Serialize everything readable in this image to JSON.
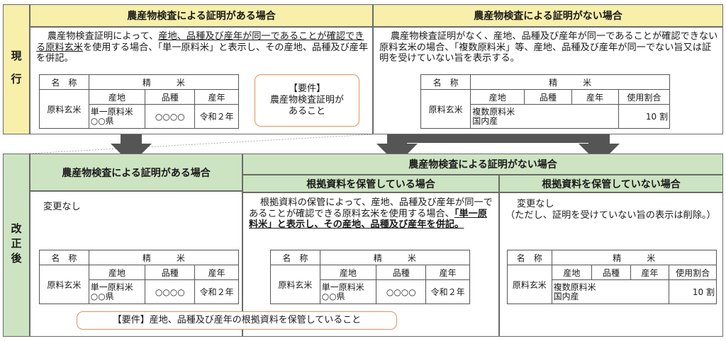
{
  "colors": {
    "current_header": "#f7efaa",
    "revised_header": "#cde4c2",
    "arrow": "#555555",
    "requirement_border": "#e0925c"
  },
  "sidebar": {
    "current_label": "現 行",
    "revised_label": "改正後"
  },
  "current": {
    "left": {
      "header": "農産物検査による証明がある場合",
      "paragraph": {
        "part1": "農産物検査証明によって、",
        "underlined": "産地、品種及び産年が同一であることが確認できる原料玄米",
        "part2": "を使用する場合、「単一原料米」と表示し、その産地、品種及び産年を併記。"
      },
      "table": {
        "header_name": "名　称",
        "header_polished": "精　　　米",
        "col_origin": "産地",
        "col_variety": "品種",
        "col_year": "産年",
        "row_label": "原料玄米",
        "origin_value": "単一原料米\n○○県",
        "variety_value": "○○○○",
        "year_value": "令和２年"
      },
      "requirement": "【要件】\n農産物検査証明が\nあること"
    },
    "right": {
      "header": "農産物検査による証明がない場合",
      "paragraph": "農産物検査証明がなく、産地、品種及び産年が同一であることが確認できない原料玄米の場合、「複数原料米」等、産地、品種及び産年が同一でない旨又は証明を受けていない旨を表示する。",
      "table": {
        "header_name": "名　称",
        "header_polished": "精　　　米",
        "col_origin": "産地",
        "col_variety": "品種",
        "col_year": "産年",
        "col_ratio": "使用割合",
        "row_label": "原料玄米",
        "origin_value": "複数原料米\n国内産",
        "ratio_value": "10 割"
      }
    }
  },
  "revised": {
    "left": {
      "header": "農産物検査による証明がある場合",
      "paragraph": "変更なし",
      "table": {
        "header_name": "名　称",
        "header_polished": "精　　　米",
        "col_origin": "産地",
        "col_variety": "品種",
        "col_year": "産年",
        "row_label": "原料玄米",
        "origin_value": "単一原料米\n○○県",
        "variety_value": "○○○○",
        "year_value": "令和２年"
      }
    },
    "right_header": "農産物検査による証明がない場合",
    "middle": {
      "header": "根拠資料を保管している場合",
      "paragraph": {
        "part1": "根拠資料の保管によって、産地、品種及び産年が同一であることが確認できる原料玄米を使用する場合、",
        "bold": "「単一原料米」と表示し、その産地、品種及び産年を併記。"
      },
      "table": {
        "header_name": "名　称",
        "header_polished": "精　　　米",
        "col_origin": "産地",
        "col_variety": "品種",
        "col_year": "産年",
        "row_label": "原料玄米",
        "origin_value": "単一原料米\n○○県",
        "variety_value": "○○○○",
        "year_value": "令和２年"
      }
    },
    "right": {
      "header": "根拠資料を保管していない場合",
      "paragraph": "変更なし\n（ただし、証明を受けていない旨の表示は削除。）",
      "table": {
        "header_name": "名　称",
        "header_polished": "精　　　米",
        "col_origin": "産地",
        "col_variety": "品種",
        "col_year": "産年",
        "col_ratio": "使用割合",
        "row_label": "原料玄米",
        "origin_value": "複数原料米\n国内産",
        "ratio_value": "10 割"
      }
    },
    "requirement": "【要件】産地、品種及び産年の根拠資料を保管していること"
  }
}
